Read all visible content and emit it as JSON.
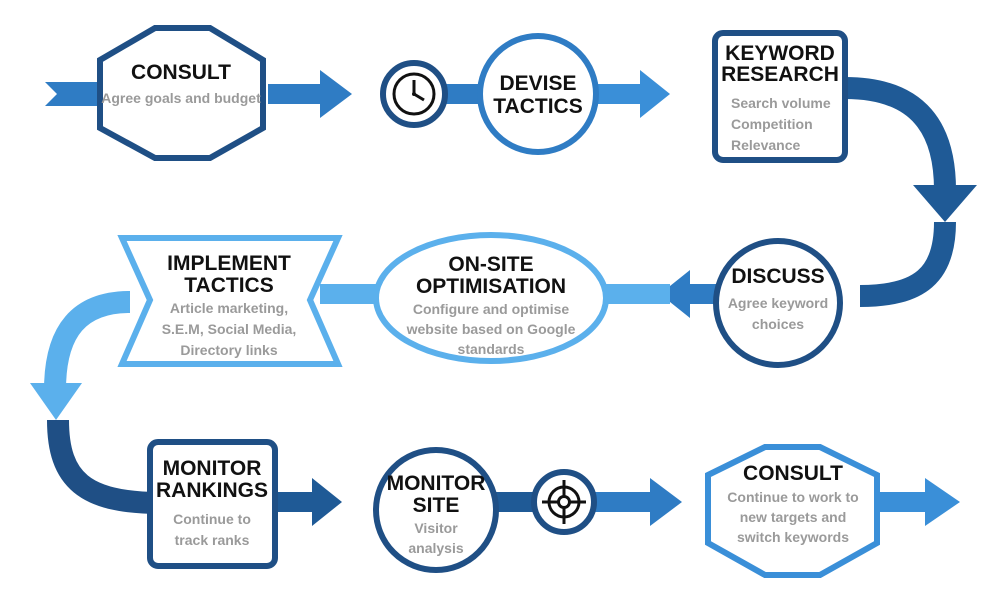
{
  "colors": {
    "dark": "#1f4f85",
    "mid": "#2f7cc4",
    "light": "#5bb0ec",
    "title_text": "#111111",
    "sub_text": "#9a9a9a"
  },
  "icons": [
    "clock-icon",
    "target-icon"
  ],
  "steps": [
    {
      "title": [
        "CONSULT"
      ],
      "lines": [
        "Agree goals and budget"
      ]
    },
    {
      "title": [
        "DEVISE",
        "TACTICS"
      ],
      "lines": []
    },
    {
      "title": [
        "KEYWORD",
        "RESEARCH"
      ],
      "lines": [
        "Search volume",
        "Competition",
        "Relevance"
      ]
    },
    {
      "title": [
        "DISCUSS"
      ],
      "lines": [
        "Agree keyword",
        "choices"
      ]
    },
    {
      "title": [
        "ON-SITE",
        "OPTIMISATION"
      ],
      "lines": [
        "Configure and optimise",
        "website based on Google",
        "standards"
      ]
    },
    {
      "title": [
        "IMPLEMENT",
        "TACTICS"
      ],
      "lines": [
        "Article marketing,",
        "S.E.M, Social Media,",
        "Directory links"
      ]
    },
    {
      "title": [
        "MONITOR",
        "RANKINGS"
      ],
      "lines": [
        "Continue to",
        "track ranks"
      ]
    },
    {
      "title": [
        "MONITOR",
        "SITE"
      ],
      "lines": [
        "Visitor",
        "analysis"
      ]
    },
    {
      "title": [
        "CONSULT"
      ],
      "lines": [
        "Continue to work to",
        "new targets and",
        "switch keywords"
      ]
    }
  ]
}
